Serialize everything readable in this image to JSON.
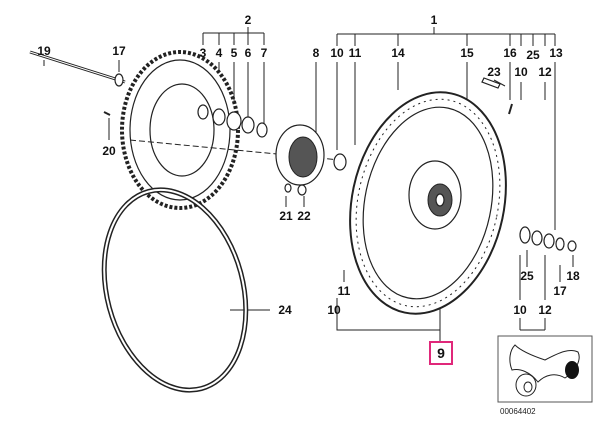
{
  "labels": {
    "p1": "1",
    "p2": "2",
    "p3": "3",
    "p4": "4",
    "p5": "5",
    "p6": "6",
    "p7": "7",
    "p8": "8",
    "p10a": "10",
    "p11a": "11",
    "p14": "14",
    "p15": "15",
    "p16": "16",
    "p25a": "25",
    "p13": "13",
    "p17a": "17",
    "p19": "19",
    "p23": "23",
    "p10b": "10",
    "p12a": "12",
    "p20": "20",
    "p21": "21",
    "p22": "22",
    "p18": "18",
    "p25b": "25",
    "p17b": "17",
    "p10c": "10",
    "p12b": "12",
    "p11b": "11",
    "p10d": "10",
    "p24": "24",
    "p9": "9"
  },
  "highlight_color": "#e0287a",
  "catalog_number": "00064402"
}
